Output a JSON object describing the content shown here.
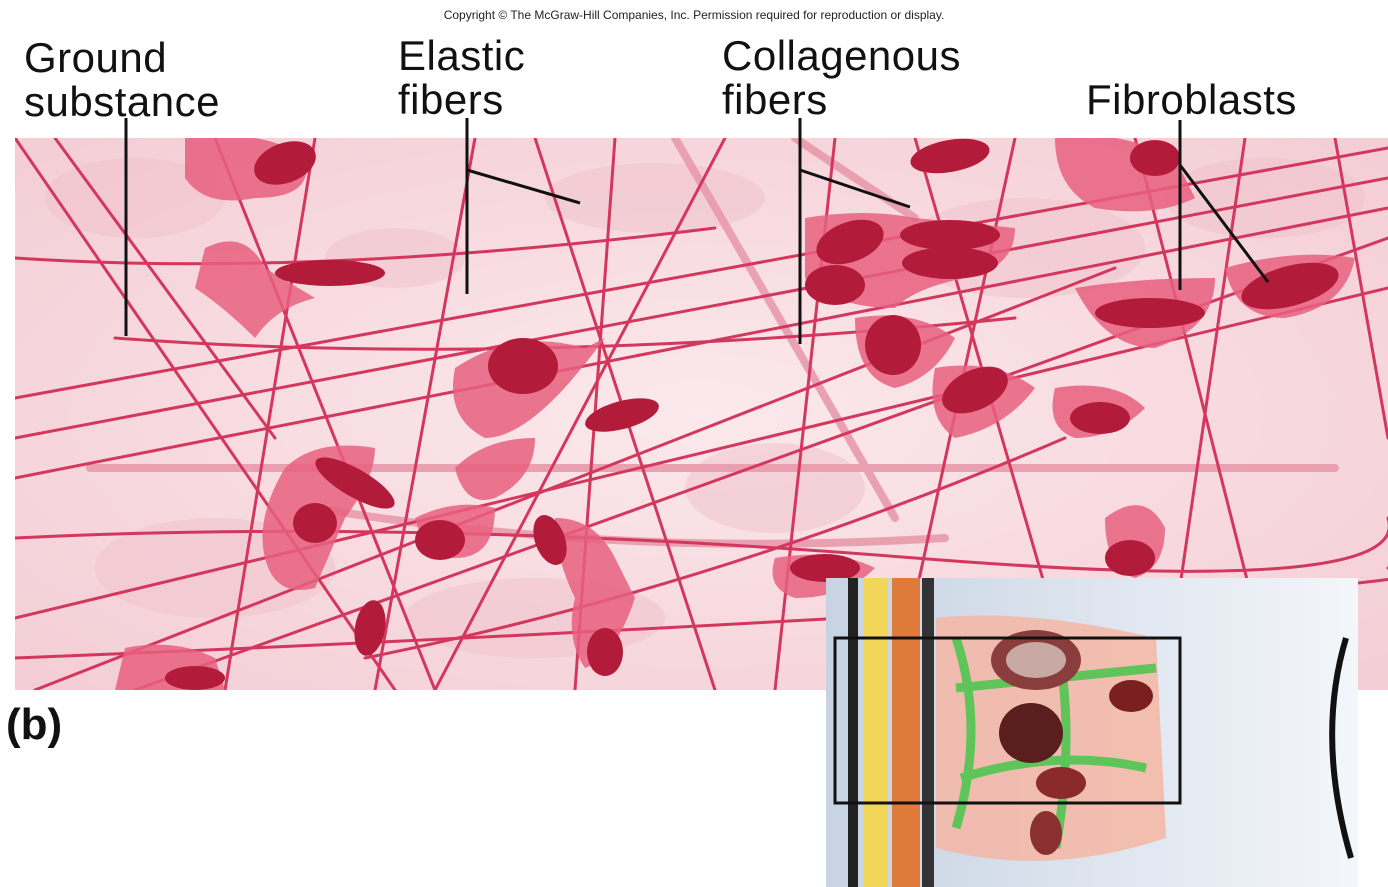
{
  "copyright": "Copyright © The McGraw-Hill Companies, Inc. Permission required for reproduction or display.",
  "labels": {
    "ground_substance": [
      "Ground",
      "substance"
    ],
    "elastic_fibers": [
      "Elastic",
      "fibers"
    ],
    "collagenous_fibers": [
      "Collagenous",
      "fibers"
    ],
    "fibroblasts": "Fibroblasts"
  },
  "panel_letter": "(b)",
  "colors": {
    "tissue_background": "#f7dbe0",
    "fiber": "#d4375e",
    "collagen_fiber": "#e89aac",
    "cell_body": "#e8607f",
    "nucleus": "#b31b3a",
    "inset_frame": "#111111",
    "inset_green": "#5fc45a",
    "inset_yellow": "#f1d65a",
    "inset_orange": "#e07a3a"
  }
}
